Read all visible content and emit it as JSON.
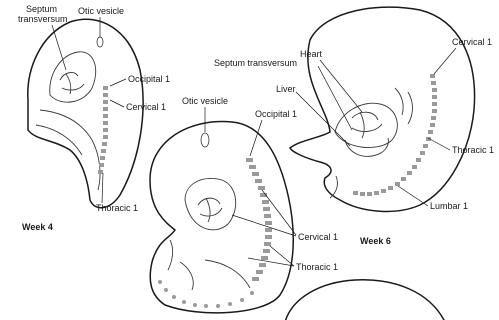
{
  "labels": {
    "wk4_septum_1": "Septum",
    "wk4_septum_2": "transversum",
    "wk4_otic": "Otic vesicle",
    "wk4_occipital": "Occipital 1",
    "wk4_cervical": "Cervical 1",
    "wk4_thoracic": "Thoracic 1",
    "wk4_title": "Week 4",
    "mid_otic": "Otic vesicle",
    "mid_occipital": "Occipital 1",
    "mid_cervical": "Cervical 1",
    "mid_thoracic": "Thoracic 1",
    "wk6_heart": "Heart",
    "wk6_septum": "Septum transversum",
    "wk6_liver": "Liver",
    "wk6_cervical": "Cervical 1",
    "wk6_thoracic": "Thoracic 1",
    "wk6_lumbar": "Lumbar 1",
    "wk6_title": "Week 6"
  }
}
